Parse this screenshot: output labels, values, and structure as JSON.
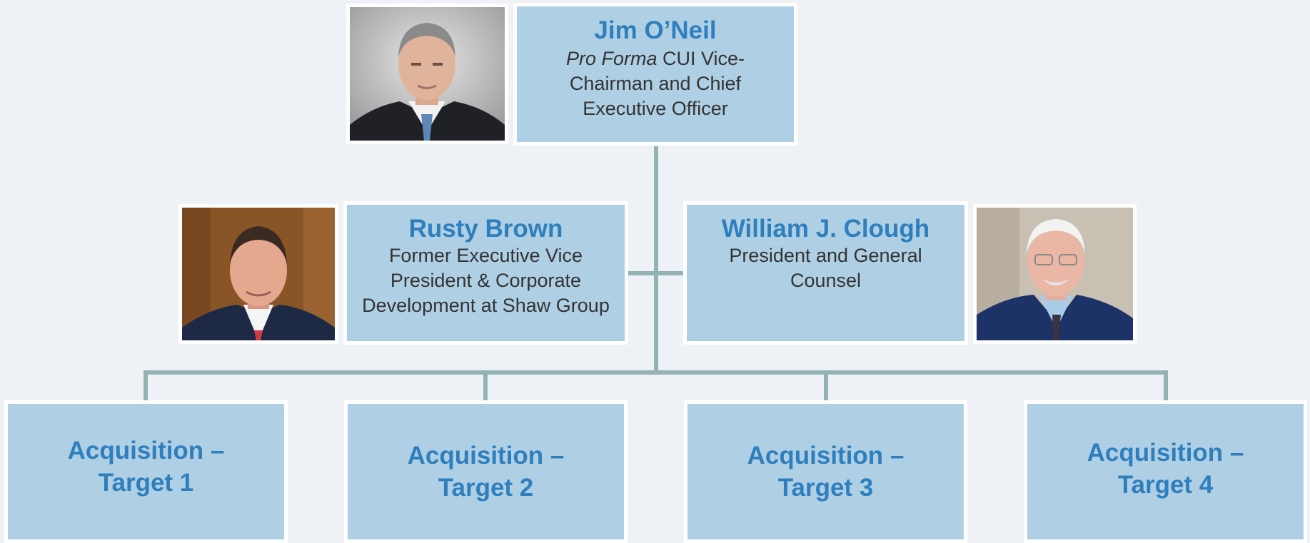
{
  "ceo": {
    "name": "Jim O’Neil",
    "title_italic": "Pro Forma",
    "title_rest": " CUI Vice-\nChairman and Chief\nExecutive Officer"
  },
  "executives": [
    {
      "name": "Rusty Brown",
      "title": "Former Executive Vice\nPresident & Corporate\nDevelopment at Shaw Group"
    },
    {
      "name": "William J. Clough",
      "title": "President and General\nCounsel"
    }
  ],
  "acquisitions": [
    {
      "label": "Acquisition –\nTarget 1"
    },
    {
      "label": "Acquisition –\nTarget 2"
    },
    {
      "label": "Acquisition –\nTarget 3"
    },
    {
      "label": "Acquisition –\nTarget 4"
    }
  ],
  "colors": {
    "background": "#eef2f7",
    "box_fill": "#afcfe5",
    "name_text": "#2f7fbd",
    "connector": "#93b3b3"
  }
}
